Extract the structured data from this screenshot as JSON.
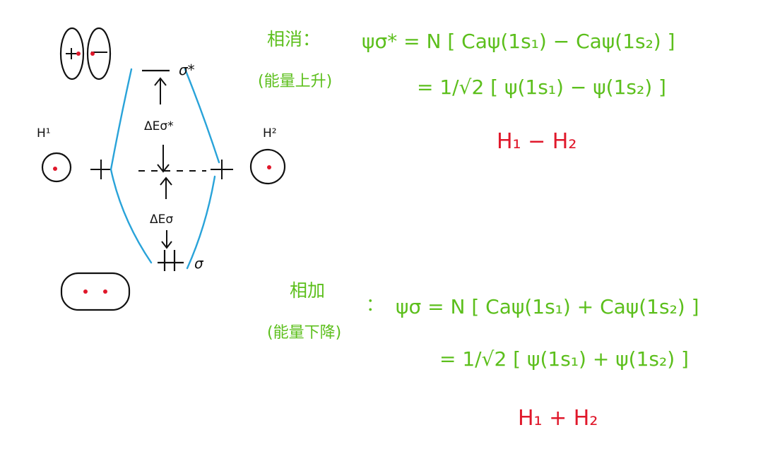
{
  "colors": {
    "ink": "#111111",
    "green": "#5cbf1c",
    "red": "#e0182b",
    "blue": "#29a3d9"
  },
  "diagram": {
    "left_atom_label": "H¹",
    "right_atom_label": "H²",
    "antibonding_label": "σ*",
    "bonding_label": "σ",
    "delta_e_antibonding": "ΔEσ*",
    "delta_e_bonding": "ΔEσ"
  },
  "antibonding": {
    "label": "相消：",
    "energy_note": "(能量上升)",
    "equation_line1": "ψσ* = N [ Caψ(1s₁) − Caψ(1s₂) ]",
    "equation_line2": "= 1/√2 [ ψ(1s₁) − ψ(1s₂) ]",
    "result": "H₁ − H₂"
  },
  "bonding": {
    "label": "相加",
    "colon": "：",
    "energy_note": "(能量下降)",
    "equation_line1": "ψσ = N [ Caψ(1s₁) + Caψ(1s₂) ]",
    "equation_line2": "= 1/√2 [ ψ(1s₁) + ψ(1s₂) ]",
    "result": "H₁ + H₂"
  }
}
